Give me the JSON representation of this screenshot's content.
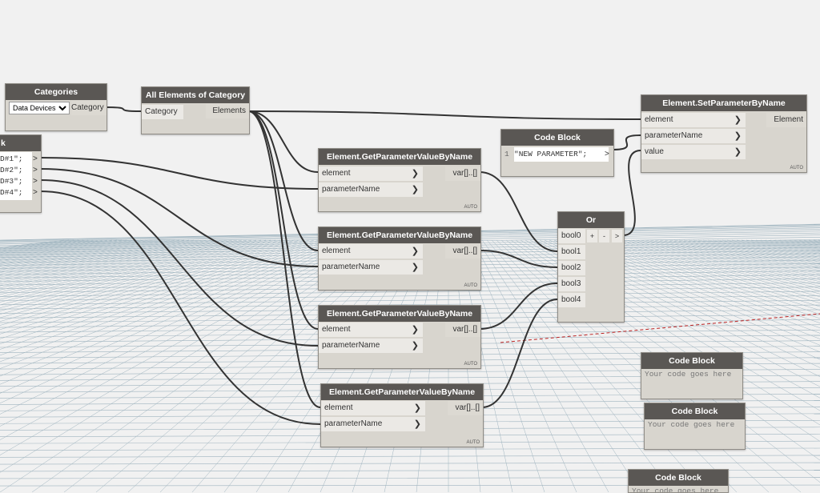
{
  "nodes": {
    "categories": {
      "title": "Categories",
      "dropdown_value": "Data Devices",
      "output": "Category"
    },
    "all_elements": {
      "title": "All Elements of Category",
      "input": "Category",
      "output": "Elements"
    },
    "set_param": {
      "title": "Element.SetParameterByName",
      "inputs": [
        "element",
        "parameterName",
        "value"
      ],
      "output": "Element",
      "auto": "AUTO"
    },
    "code_block_main": {
      "title": "Code Block",
      "line_no": "1",
      "code": "\"NEW PARAMETER\";",
      "chev": ">"
    },
    "code_block_left": {
      "title": "k",
      "lines": [
        "D#1\";",
        "D#2\";",
        "D#3\";",
        "D#4\";"
      ],
      "chev": ">"
    },
    "get_params": [
      {
        "title": "Element.GetParameterValueByName",
        "inputs": [
          "element",
          "parameterName"
        ],
        "output": "var[]..[]",
        "auto": "AUTO"
      },
      {
        "title": "Element.GetParameterValueByName",
        "inputs": [
          "element",
          "parameterName"
        ],
        "output": "var[]..[]",
        "auto": "AUTO"
      },
      {
        "title": "Element.GetParameterValueByName",
        "inputs": [
          "element",
          "parameterName"
        ],
        "output": "var[]..[]",
        "auto": "AUTO"
      },
      {
        "title": "Element.GetParameterValueByName",
        "inputs": [
          "element",
          "parameterName"
        ],
        "output": "var[]..[]",
        "auto": "AUTO"
      }
    ],
    "or": {
      "title": "Or",
      "inputs": [
        "bool0",
        "bool1",
        "bool2",
        "bool3",
        "bool4"
      ],
      "plus": "+",
      "minus": "-",
      "chev": ">"
    },
    "empty_code_blocks": [
      {
        "title": "Code Block",
        "placeholder": "Your code goes here"
      },
      {
        "title": "Code Block",
        "placeholder": "Your code goes here"
      },
      {
        "title": "Code Block",
        "placeholder": "Your code goes here"
      }
    ]
  },
  "colors": {
    "background": "#f1f1f1",
    "node_header": "#5a5754",
    "node_body": "#d8d5ce",
    "wire": "#333333",
    "grid": "#9fb4bf"
  }
}
